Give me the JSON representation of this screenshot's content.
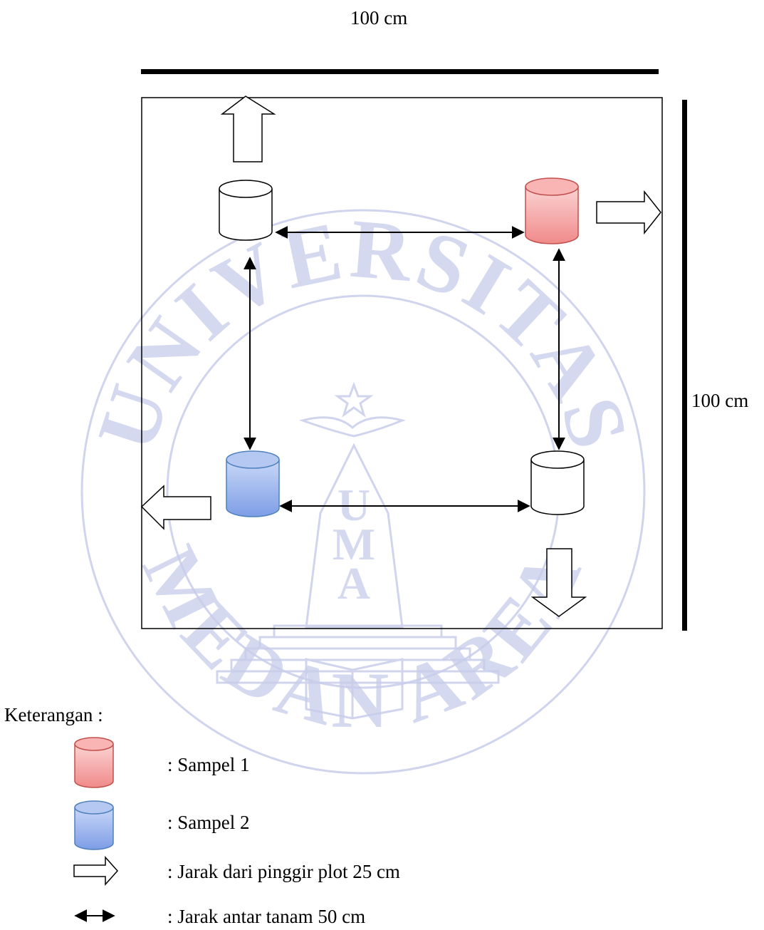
{
  "diagram": {
    "top_dimension": "100 cm",
    "side_dimension": "100 cm"
  },
  "legend": {
    "heading": "Keterangan :",
    "items": [
      {
        "symbol": "red-cylinder",
        "label": ": Sampel 1"
      },
      {
        "symbol": "blue-cylinder",
        "label": ": Sampel 2"
      },
      {
        "symbol": "hollow-arrow",
        "label": ": Jarak dari pinggir plot 25 cm"
      },
      {
        "symbol": "double-arrow",
        "label": ": Jarak antar tanam 50 cm"
      }
    ]
  },
  "watermark": {
    "top_text": "UNIVERSITAS",
    "bottom_text": "MEDAN AREA",
    "monogram": "UMA"
  },
  "colors": {
    "sample1_fill": "#f4a3a3",
    "sample1_stroke": "#c0504d",
    "sample2_fill": "#9fb8ef",
    "sample2_stroke": "#4f81bd",
    "watermark": "#c8cdea"
  }
}
